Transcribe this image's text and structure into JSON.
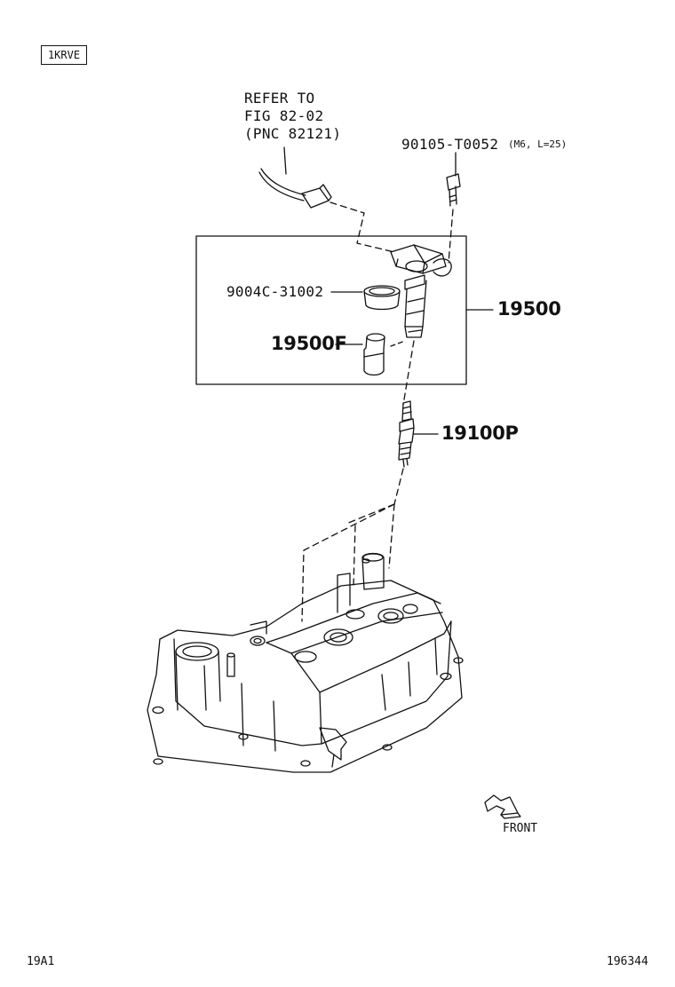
{
  "engine_code": "1KRVE",
  "refer_note": {
    "line1": "REFER TO",
    "line2": "FIG 82-02",
    "line3": "(PNC 82121)"
  },
  "parts": {
    "bolt": {
      "number": "90105-T0052",
      "spec": "(M6, L=25)",
      "icon": "bolt-icon"
    },
    "seal": {
      "number": "9004C-31002",
      "icon": "seal-ring-icon"
    },
    "coil_assy": {
      "number": "19500",
      "icon": "ignition-coil-icon"
    },
    "boot": {
      "number": "19500F",
      "icon": "coil-boot-icon"
    },
    "spark_plug": {
      "number": "19100P",
      "icon": "spark-plug-icon"
    }
  },
  "direction": {
    "label": "FRONT",
    "icon": "front-arrow-icon"
  },
  "footer": {
    "left_code": "19A1",
    "right_code": "196344"
  }
}
